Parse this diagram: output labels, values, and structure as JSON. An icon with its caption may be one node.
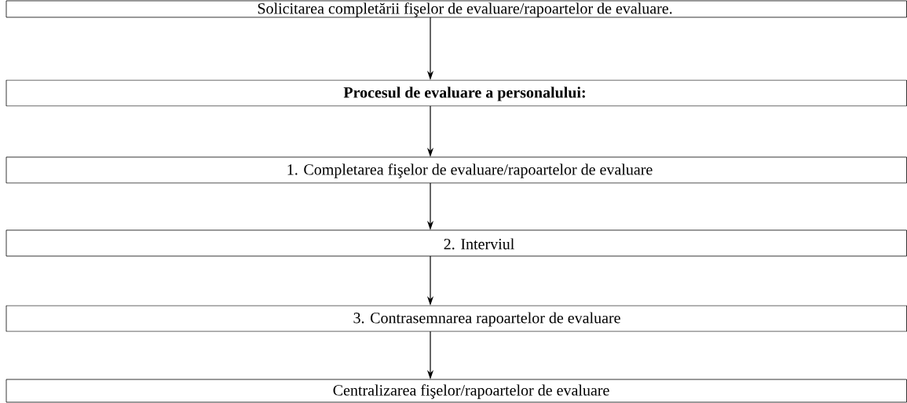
{
  "diagram": {
    "nodes": [
      {
        "text": [
          "Solicitarea completării fişelor de evaluare/rapoartelor de evaluare."
        ]
      },
      {
        "text": [
          "Procesul de evaluare a personalului:"
        ]
      },
      {
        "text": [
          "1. Completarea fişelor de evaluare/rapoartelor de evaluare"
        ]
      },
      {
        "text": [
          "2. Interviul"
        ]
      },
      {
        "text": [
          "3. Contrasemnarea rapoartelor de evaluare"
        ]
      },
      {
        "text": [
          "Centralizarea fişelor/rapoartelor de evaluare"
        ]
      }
    ],
    "edges": [
      {
        "from": 0,
        "to": 1,
        "arrow": "to"
      },
      {
        "from": 1,
        "to": 2,
        "arrow": "to"
      },
      {
        "from": 2,
        "to": 3,
        "arrow": "to"
      },
      {
        "from": 3,
        "to": 4,
        "arrow": "to"
      },
      {
        "from": 4,
        "to": 5,
        "arrow": "to"
      }
    ]
  }
}
